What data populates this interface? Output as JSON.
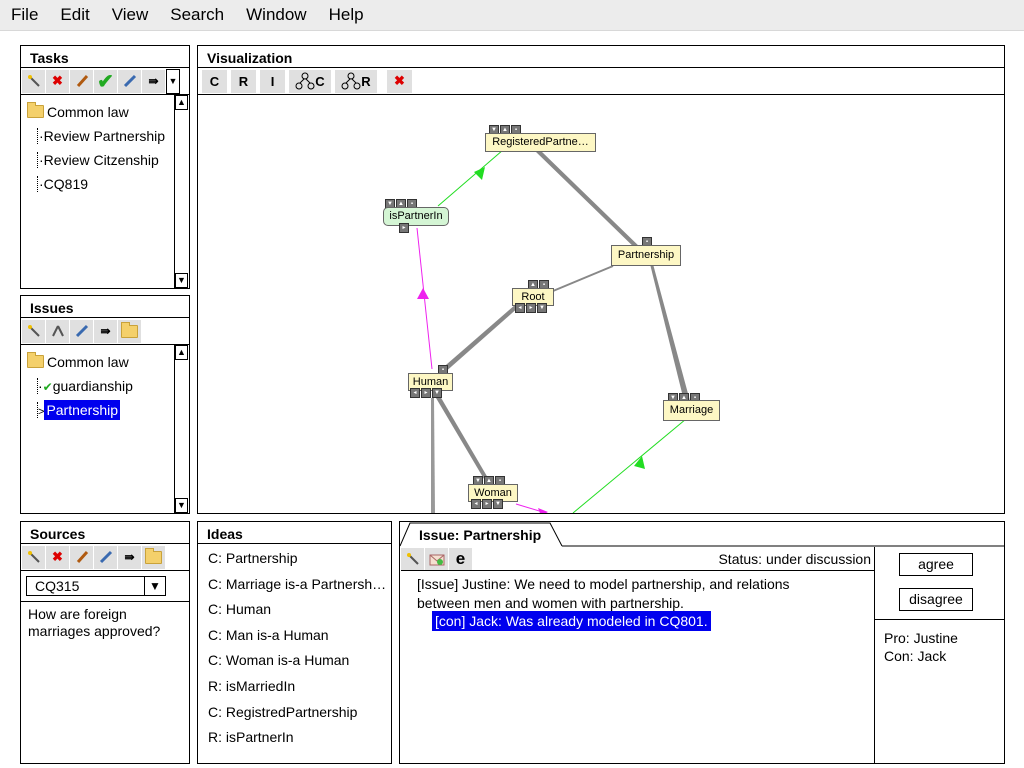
{
  "menu": [
    "File",
    "Edit",
    "View",
    "Search",
    "Window",
    "Help"
  ],
  "tasks": {
    "title": "Tasks",
    "root": "Common law",
    "children": [
      "Review Partnership",
      "Review Citzenship",
      "CQ819"
    ]
  },
  "issues": {
    "title": "Issues",
    "root": "Common law",
    "children": [
      "guardianship",
      "Partnership"
    ],
    "selected": "Partnership"
  },
  "visualization": {
    "title": "Visualization",
    "buttons": [
      "C",
      "R",
      "I",
      "C",
      "R"
    ],
    "nodes": {
      "registered": "RegisteredPartne…",
      "ispartnerin": "isPartnerIn",
      "partnership": "Partnership",
      "root": "Root",
      "human": "Human",
      "marriage": "Marriage",
      "woman": "Woman"
    }
  },
  "sources": {
    "title": "Sources",
    "selected": "CQ315",
    "question": "How are foreign marriages approved?"
  },
  "ideas": {
    "title": "Ideas",
    "items": [
      "C: Partnership",
      "C: Marriage is-a Partnersh…",
      "C: Human",
      "C: Man is-a Human",
      "C: Woman is-a Human",
      "R: isMarriedIn",
      "C: RegistredPartnership",
      "R: isPartnerIn"
    ]
  },
  "issue_detail": {
    "tab": "Issue: Partnership",
    "status": "Status: under discussion",
    "text_line1": "[Issue] Justine: We need to model partnership, and relations",
    "text_line2": "between men and women with partnership.",
    "reply": "[con] Jack: Was already modeled in CQ801.",
    "agree": "agree",
    "disagree": "disagree",
    "pro": "Pro: Justine",
    "con": "Con: Jack"
  },
  "colors": {
    "selection": "#0000ee",
    "node_fill": "#fdf7c4",
    "relation_fill": "#d4f5d4",
    "edge_green": "#22dd22",
    "edge_magenta": "#ee22ee",
    "button_bg": "#e0e0e0"
  }
}
